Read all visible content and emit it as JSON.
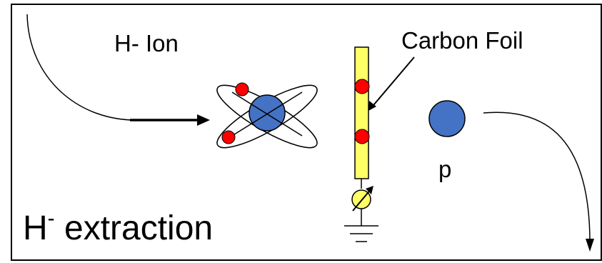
{
  "labels": {
    "ion": "H- Ion",
    "foil": "Carbon Foil",
    "proton": "p",
    "title_main": "H",
    "title_superscript": "-",
    "title_rest": " extraction"
  },
  "colors": {
    "nucleus": "#4472c4",
    "electron": "#ff0000",
    "foil": "#ffff66",
    "meter": "#ffff66",
    "stroke": "#000000",
    "border": "#000000"
  },
  "icons": {
    "atom": "hydrogen-ion-atom-icon",
    "proton": "proton-icon",
    "meter": "current-meter-icon",
    "ground": "ground-icon"
  }
}
